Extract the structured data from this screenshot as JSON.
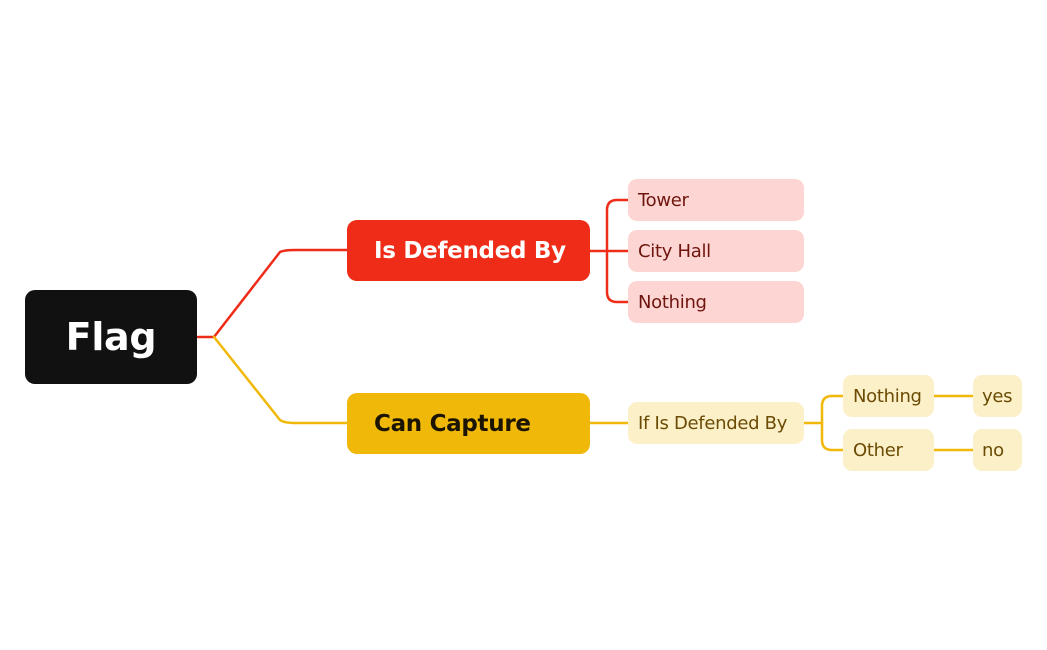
{
  "diagram": {
    "root": {
      "label": "Flag"
    },
    "defended": {
      "label": "Is Defended By",
      "items": [
        "Tower",
        "City Hall",
        "Nothing"
      ]
    },
    "capture": {
      "label": "Can Capture",
      "condition": "If Is Defended By",
      "options": [
        {
          "label": "Nothing",
          "result": "yes"
        },
        {
          "label": "Other",
          "result": "no"
        }
      ]
    }
  },
  "colors": {
    "root": "#111111",
    "red_branch": "#ee2c18",
    "red_light": "#fdd5d3",
    "gold_branch": "#f0b808",
    "gold_light": "#fcf0c9"
  }
}
